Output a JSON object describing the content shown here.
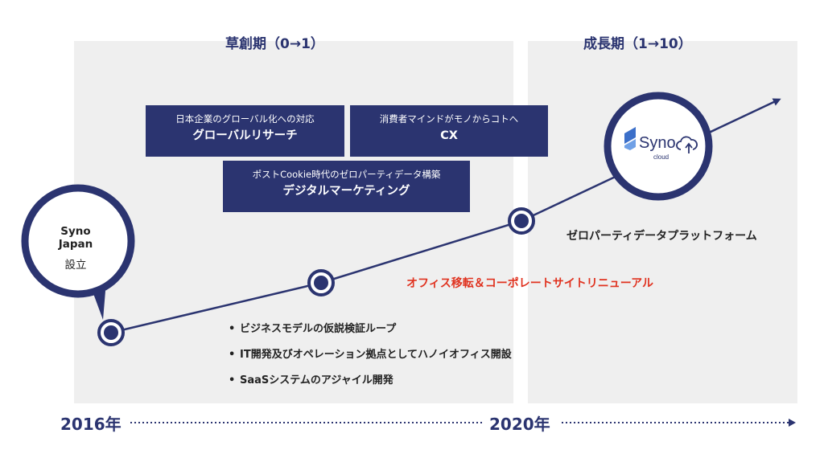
{
  "phases": [
    {
      "title": "草創期（0→1）"
    },
    {
      "title": "成長期（1→10）"
    }
  ],
  "boxes": [
    {
      "sub": "日本企業のグローバル化への対応",
      "main": "グローバルリサーチ"
    },
    {
      "sub": "消費者マインドがモノからコトへ",
      "main": "CX"
    },
    {
      "sub": "ポストCookie時代のゼロパーティデータ構築",
      "main": "デジタルマーケティング"
    }
  ],
  "start": {
    "line1": "Syno Japan",
    "line2": "設立"
  },
  "milestone_office": "オフィス移転＆コーポレートサイトリニューアル",
  "milestone_platform": "ゼロパーティデータプラットフォーム",
  "logo": {
    "name": "Syno",
    "sub": "cloud"
  },
  "bullets": [
    "ビジネスモデルの仮説検証ループ",
    "IT開発及びオペレーション拠点としてハノイオフィス開設",
    "SaaSシステムのアジャイル開発"
  ],
  "years": [
    "2016年",
    "2020年"
  ],
  "colors": {
    "navy": "#2b3470",
    "accent": "#e0321f",
    "panel": "#efefef",
    "logo_blue": "#3b6fc9"
  }
}
